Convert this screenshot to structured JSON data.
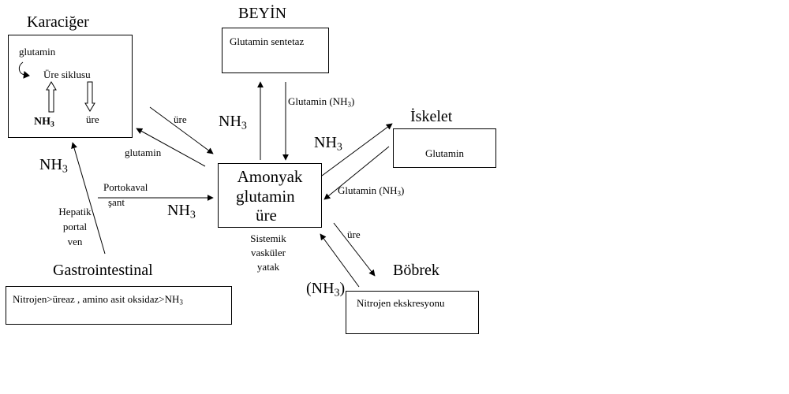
{
  "liver": {
    "title": "Karaciğer",
    "glutamine": "glutamin",
    "urea_cycle": "Üre siklusu",
    "nh3_base": "NH",
    "nh3_sub": "3",
    "urea": "üre"
  },
  "brain": {
    "title": "BEYİN",
    "enzyme": "Glutamin sentetaz"
  },
  "skeleton": {
    "title": "İskelet",
    "box_text": "Glutamin"
  },
  "kidney": {
    "title": "Böbrek",
    "box_text": "Nitrojen ekskresyonu"
  },
  "gi": {
    "title": "Gastrointestinal",
    "box_text_prefix": "Nitrojen>üreaz , amino asit oksidaz>NH",
    "box_text_sub": "3"
  },
  "center": {
    "line1": "Amonyak",
    "line2": "glutamin",
    "line3": "üre",
    "caption_line1": "Sistemik",
    "caption_line2": "vasküler",
    "caption_line3": "yatak"
  },
  "labels": {
    "nh3_base": "NH",
    "nh3_sub": "3",
    "brain_arrow_prefix": "Glutamin (NH",
    "brain_arrow_sub": "3",
    "brain_arrow_suffix": ")",
    "skeleton_arrow_prefix": "Glutamin (NH",
    "skeleton_arrow_sub": "3",
    "skeleton_arrow_suffix": ")",
    "liver_urea": "üre",
    "liver_glutamine": "glutamin",
    "portocaval_line1": "Portokaval",
    "portocaval_line2": "şant",
    "hepatic_line1": "Hepatik",
    "hepatic_line2": "portal",
    "hepatic_line3": "ven",
    "kidney_urea": "üre",
    "kidney_nh3_open": "(NH",
    "kidney_nh3_sub": "3",
    "kidney_nh3_close": ")"
  }
}
